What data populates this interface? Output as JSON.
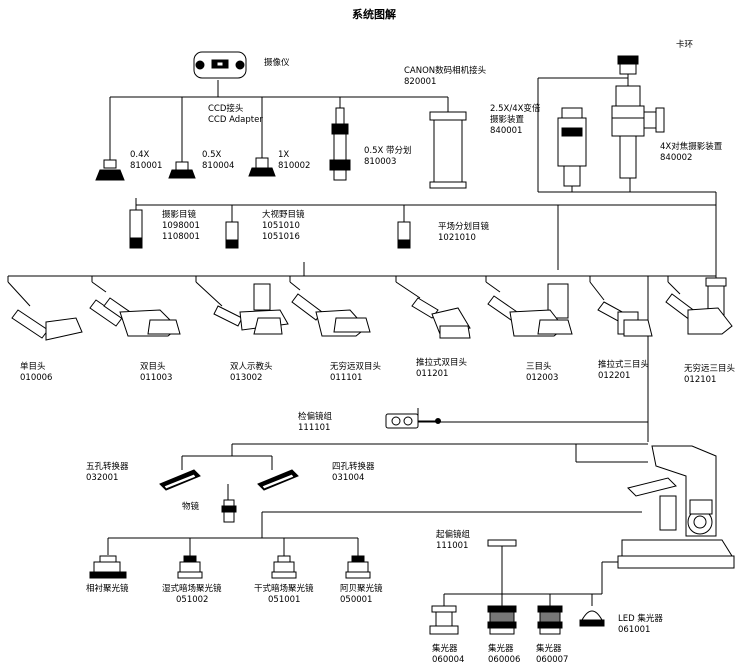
{
  "title": "系统图解",
  "camera": {
    "name": "摄像仪"
  },
  "ccd": {
    "name": "CCD接头",
    "name_en": "CCD Adapter"
  },
  "adapter_04": {
    "name": "0.4X",
    "code": "810001"
  },
  "adapter_05": {
    "name": "0.5X",
    "code": "810004"
  },
  "adapter_1x": {
    "name": "1X",
    "code": "810002"
  },
  "adapter_05_reticle": {
    "name": "0.5X 带分划",
    "code": "810003"
  },
  "canon_adapter": {
    "name": "CANON数码相机接头",
    "code": "820001"
  },
  "zoom_photo": {
    "name_line1": "2.5X/4X变倍",
    "name_line2": "摄影装置",
    "code": "840001"
  },
  "clamp_ring": {
    "name": "卡环"
  },
  "focus_photo": {
    "name": "4X对焦摄影装置",
    "code": "840002"
  },
  "photo_eyepiece": {
    "name": "摄影目镜",
    "code1": "1098001",
    "code2": "1108001"
  },
  "wide_eyepiece": {
    "name": "大视野目镜",
    "code1": "1051010",
    "code2": "1051016"
  },
  "flat_reticle": {
    "name": "平场分划目镜",
    "code": "1021010"
  },
  "heads": [
    {
      "name": "单目头",
      "code": "010006"
    },
    {
      "name": "双目头",
      "code": "011003"
    },
    {
      "name": "双人示教头",
      "code": "013002"
    },
    {
      "name": "无穷远双目头",
      "code": "011101"
    },
    {
      "name": "推拉式双目头",
      "code": "011201"
    },
    {
      "name": "三目头",
      "code": "012003"
    },
    {
      "name": "推拉式三目头",
      "code": "012201"
    },
    {
      "name": "无穷远三目头",
      "code": "012101"
    }
  ],
  "polarizer_set": {
    "name": "检偏镜组",
    "code": "111101"
  },
  "nosepiece_5": {
    "name": "五孔转换器",
    "code": "032001"
  },
  "nosepiece_4": {
    "name": "四孔转换器",
    "code": "031004"
  },
  "objective": {
    "name": "物镜"
  },
  "polarizer_unit": {
    "name": "起偏镜组",
    "code": "111001"
  },
  "condensers": [
    {
      "name": "相衬聚光镜",
      "code": ""
    },
    {
      "name": "湿式暗场聚光镜",
      "code": "051002"
    },
    {
      "name": "干式暗场聚光镜",
      "code": "051001"
    },
    {
      "name": "阿贝聚光镜",
      "code": "050001"
    }
  ],
  "lower_condensers": [
    {
      "name": "集光器",
      "code": "060004"
    },
    {
      "name": "集光器",
      "code": "060006"
    },
    {
      "name": "集光器",
      "code": "060007"
    }
  ],
  "led_condenser": {
    "name": "LED 集光器",
    "code": "061001"
  },
  "colors": {
    "line": "#000000",
    "part_fill": "#ffffff",
    "dark_fill": "#000000",
    "grey_fill": "#777777"
  }
}
